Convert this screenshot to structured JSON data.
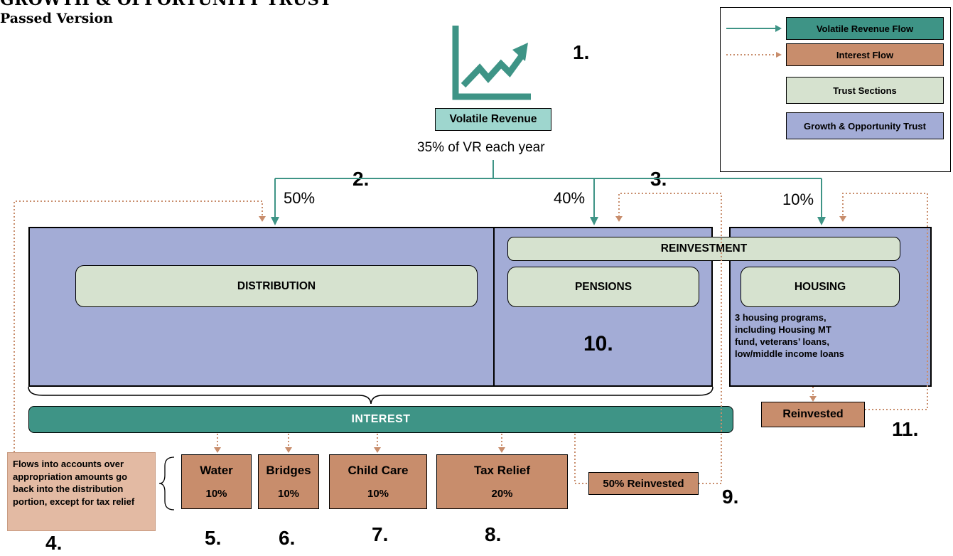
{
  "header": {
    "title": "GROWTH & OPPORTUNITY TRUST",
    "subtitle": "Passed Version"
  },
  "legend": {
    "volatile_revenue_flow": "Volatile Revenue Flow",
    "interest_flow": "Interest Flow",
    "trust_sections": "Trust Sections",
    "growth_trust": "Growth & Opportunity Trust"
  },
  "source": {
    "label": "Volatile Revenue",
    "caption": "35% of VR each year",
    "icon": "growth-chart-icon"
  },
  "splits": {
    "distribution": "50%",
    "pensions": "40%",
    "housing": "10%"
  },
  "sections": {
    "distribution": "DISTRIBUTION",
    "reinvestment": "REINVESTMENT",
    "pensions": "PENSIONS",
    "housing": "HOUSING",
    "housing_note": "3 housing programs, including Housing MT fund, veterans’ loans, low/middle income loans",
    "interest": "INTEREST",
    "reinvested": "Reinvested",
    "half_reinvested": "50% Reinvested"
  },
  "funds": [
    {
      "name": "Water",
      "percent": "10%",
      "step": "5."
    },
    {
      "name": "Bridges",
      "percent": "10%",
      "step": "6."
    },
    {
      "name": "Child Care",
      "percent": "10%",
      "step": "7."
    },
    {
      "name": "Tax Relief",
      "percent": "20%",
      "step": "8."
    }
  ],
  "note": "Flows into accounts over appropriation amounts go back into the distribution portion, except for tax relief",
  "steps": {
    "s1": "1.",
    "s2": "2.",
    "s3": "3.",
    "s4": "4.",
    "s9": "9.",
    "s10": "10.",
    "s11": "11."
  },
  "colors": {
    "volatile_flow": "#3e9486",
    "interest_flow": "#c88d6c",
    "trust_section": "#d6e2cf",
    "growth_trust": "#a3acd6",
    "source_box": "#9ed6ce"
  }
}
